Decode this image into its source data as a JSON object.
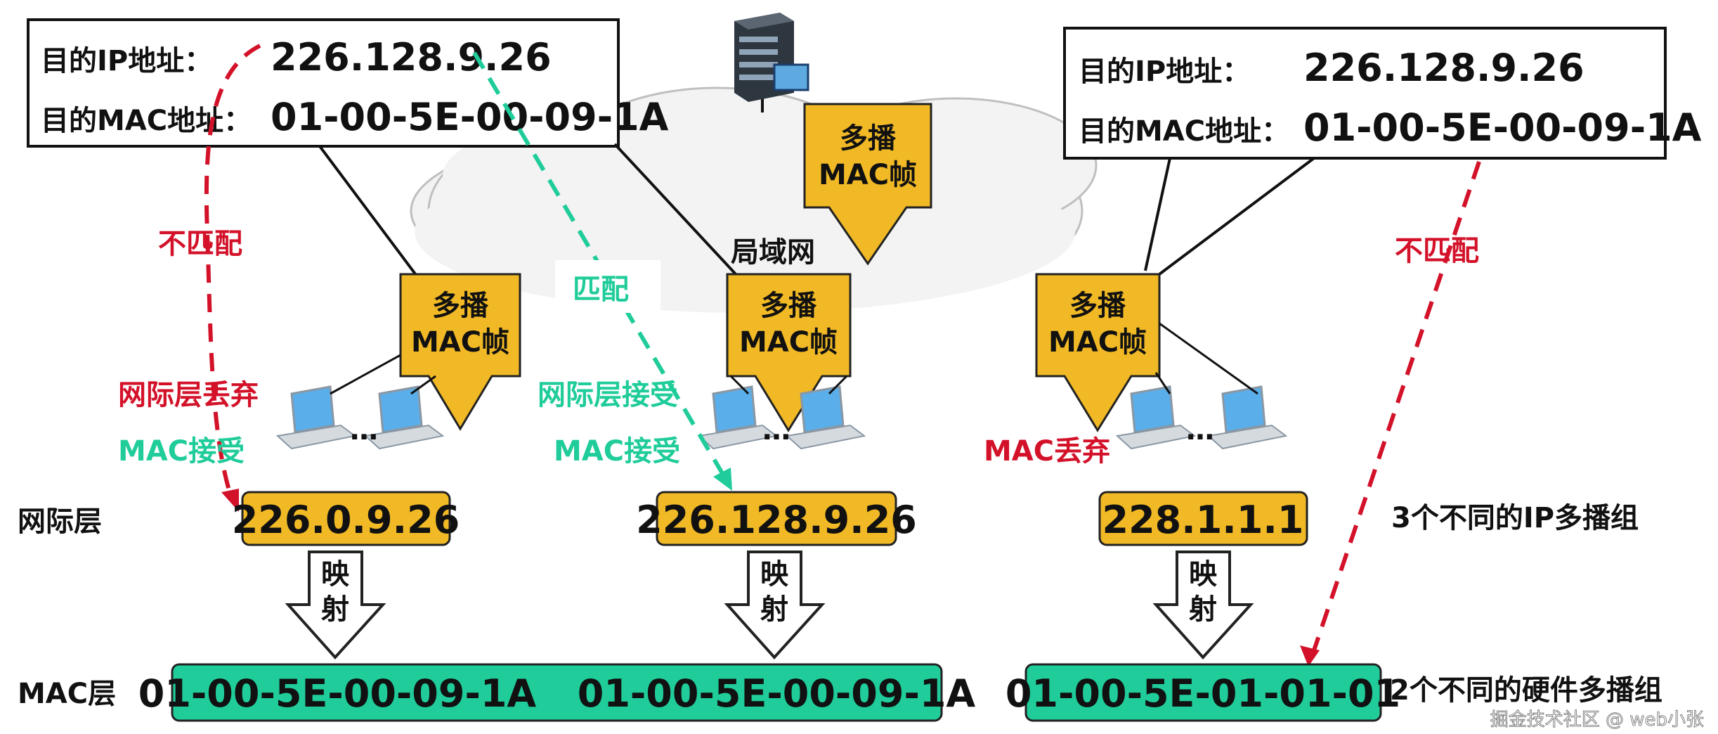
{
  "colors": {
    "gold": "#F1B925",
    "teal": "#1FCC9A",
    "red": "#D3122A",
    "cloud": "#F3F3F3",
    "line": "#111111"
  },
  "left_box": {
    "ip_label": "目的IP地址：",
    "ip_value": "226.128.9.26",
    "mac_label": "目的MAC地址：",
    "mac_value": "01-00-5E-00-09-1A"
  },
  "right_box": {
    "ip_label": "目的IP地址：",
    "ip_value": "226.128.9.26",
    "mac_label": "目的MAC地址：",
    "mac_value": "01-00-5E-00-09-1A"
  },
  "server_icon": "server-icon",
  "lan_label": "局域网",
  "frame_line1": "多播",
  "frame_line2": "MAC帧",
  "labels": {
    "mismatch_left": "不匹配",
    "match": "匹配",
    "mismatch_right": "不匹配",
    "net_discard": "网际层丢弃",
    "mac_accept_left": "MAC接受",
    "net_accept": "网际层接受",
    "mac_accept_mid": "MAC接受",
    "mac_discard": "MAC丢弃",
    "ellipsis": "…"
  },
  "layers": {
    "net_layer": "网际层",
    "mac_layer": "MAC层"
  },
  "ip_groups": [
    "226.0.9.26",
    "226.128.9.26",
    "228.1.1.1"
  ],
  "mapping": {
    "line1": "映",
    "line2": "射"
  },
  "mac_addresses": [
    "01-00-5E-00-09-1A",
    "01-00-5E-00-09-1A",
    "01-00-5E-01-01-01"
  ],
  "notes": {
    "ip_groups": "3个不同的IP多播组",
    "hw_groups": "2个不同的硬件多播组"
  },
  "watermark": "掘金技术社区 @ web小张"
}
